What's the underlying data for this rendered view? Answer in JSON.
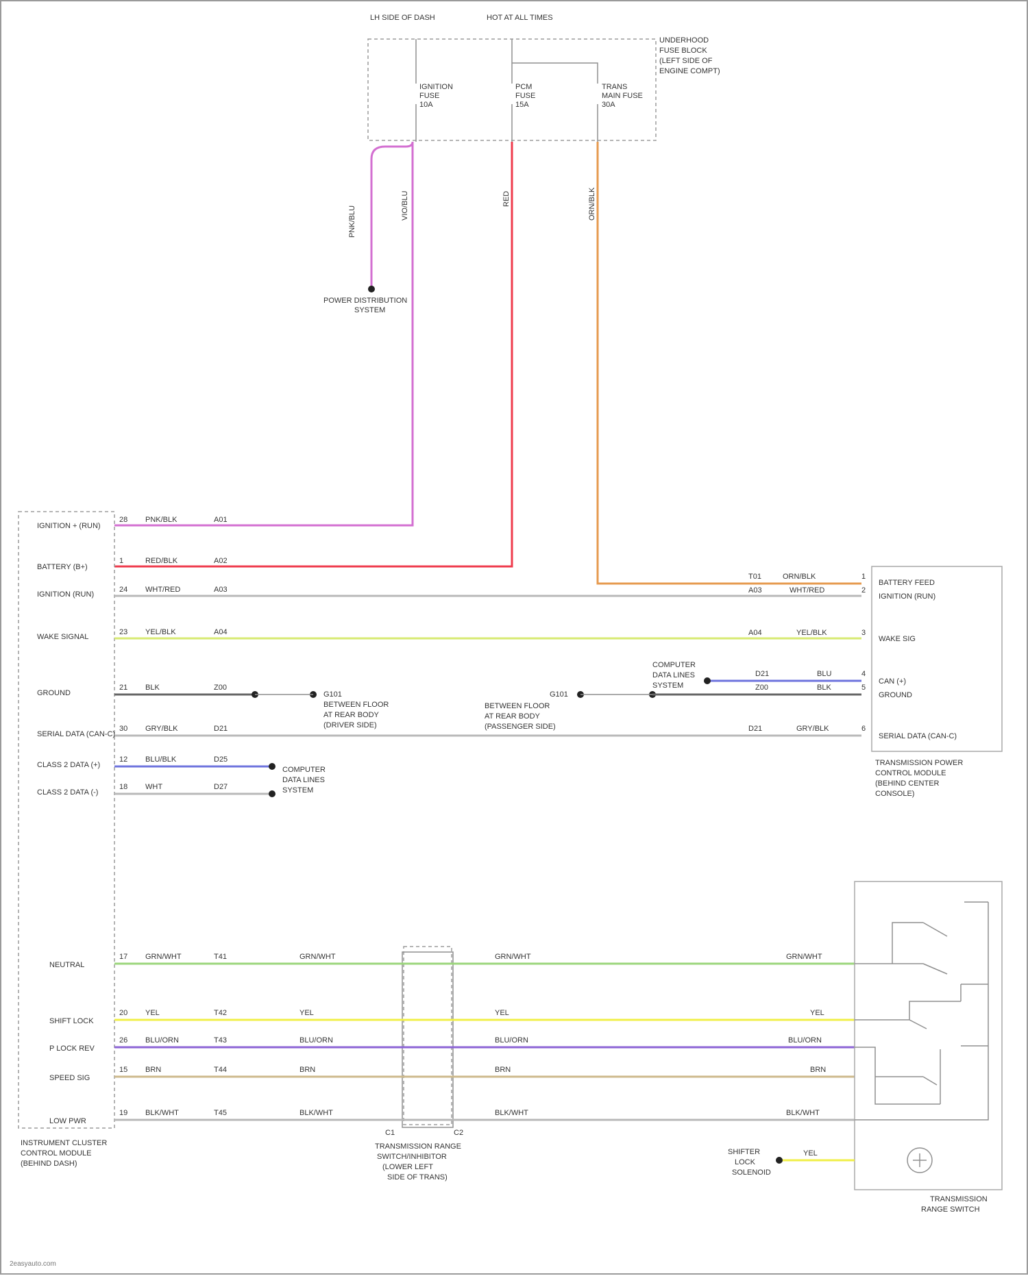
{
  "diagram": {
    "fuse_box": {
      "label": "LH SIDE OF DASH",
      "sub_label": "HOT AT ALL TIMES",
      "side_note": [
        "UNDERHOOD",
        "FUSE BLOCK",
        "(LEFT SIDE OF",
        "ENGINE COMPT)"
      ],
      "fuses": [
        {
          "name": "IGNITION",
          "id": "FUSE",
          "amps": "10A"
        },
        {
          "name": "PCM",
          "id": "FUSE",
          "amps": "15A"
        },
        {
          "name": "TRANS",
          "id": "MAIN FUSE",
          "amps": "30A"
        }
      ]
    },
    "ground_note": [
      "POWER DISTRIBUTION",
      "SYSTEM"
    ],
    "vertical_wire_labels": [
      "PNK/BLU",
      "VIO/BLU",
      "RED",
      "ORN/BLK"
    ],
    "left_module": {
      "title": [
        "INSTRUMENT CLUSTER",
        "CONTROL MODULE",
        "(BEHIND DASH)"
      ],
      "pins": [
        {
          "label": "IGNITION + (RUN)",
          "pin": "28",
          "wire": "PNK/BLK",
          "circuit": "A01"
        },
        {
          "label": "BATTERY (B+)",
          "pin": "1",
          "wire": "RED/BLK",
          "circuit": "A02"
        },
        {
          "label": "IGNITION (RUN)",
          "pin": "24",
          "wire": "WHT/RED",
          "circuit": "A03"
        },
        {
          "label": "WAKE SIGNAL",
          "pin": "23",
          "wire": "YEL/BLK",
          "circuit": "A04"
        },
        {
          "label": "GROUND",
          "pin": "21",
          "wire": "BLK",
          "circuit": "Z00"
        },
        {
          "label": "SERIAL DATA (CAN-C)",
          "pin": "30",
          "wire": "GRY/BLK",
          "circuit": "D21"
        },
        {
          "label": "CLASS 2 DATA (+)",
          "pin": "12",
          "wire": "BLU/BLK",
          "circuit": "D25"
        },
        {
          "label": "CLASS 2 DATA (-)",
          "pin": "18",
          "wire": "WHT",
          "circuit": "D27"
        }
      ]
    },
    "splices": [
      {
        "name": "G101",
        "lines": [
          "BETWEEN FLOOR",
          "AT REAR BODY",
          "(DRIVER SIDE)"
        ]
      },
      {
        "name": "G101",
        "lines": [
          "BETWEEN FLOOR",
          "AT REAR BODY",
          "(PASSENGER SIDE)"
        ]
      }
    ],
    "network_label": [
      "COMPUTER",
      "DATA LINES",
      "SYSTEM"
    ],
    "network_label_right": [
      "COMPUTER",
      "DATA LINES",
      "SYSTEM"
    ],
    "right_module": {
      "title": [
        "TRANSMISSION POWER",
        "CONTROL MODULE",
        "(BEHIND CENTER",
        "CONSOLE)"
      ],
      "pins": [
        {
          "label": "BATTERY FEED",
          "pin": "1",
          "wire": "ORN/BLK",
          "circuit": "T01"
        },
        {
          "label": "IGNITION (RUN)",
          "pin": "2",
          "wire": "WHT/RED",
          "circuit": "A03"
        },
        {
          "label": "WAKE SIG",
          "pin": "3",
          "wire": "YEL/BLK",
          "circuit": "A04"
        },
        {
          "label": "CAN (+)",
          "pin": "4",
          "wire": "BLU",
          "circuit": "D21"
        },
        {
          "label": "GROUND",
          "pin": "5",
          "wire": "BLK",
          "circuit": "Z00"
        },
        {
          "label": "SERIAL DATA (CAN-C)",
          "pin": "6",
          "wire": "GRY/BLK",
          "circuit": "D21"
        }
      ]
    },
    "lower_rows": [
      {
        "label": "NEUTRAL",
        "pin": "17",
        "wire": "GRN/WHT",
        "circuit": "T41"
      },
      {
        "label": "SHIFT LOCK",
        "pin": "20",
        "wire": "YEL",
        "circuit": "T42"
      },
      {
        "label": "P LOCK REV",
        "pin": "26",
        "wire": "BLU/ORN",
        "circuit": "T43"
      },
      {
        "label": "SPEED SIG",
        "pin": "15",
        "wire": "BRN",
        "circuit": "T44"
      },
      {
        "label": "LOW PWR",
        "pin": "19",
        "wire": "BLK/WHT",
        "circuit": "T45"
      }
    ],
    "inline_connector": {
      "lines": [
        "TRANSMISSION RANGE",
        "SWITCH/INHIBITOR",
        "(LOWER LEFT",
        "SIDE OF TRANS)"
      ],
      "labels": [
        "C1",
        "C2"
      ]
    },
    "lower_module": {
      "title": [
        "TRANSMISSION",
        "RANGE SWITCH"
      ],
      "note": [
        "SHIFTER",
        "LOCK",
        "SOLENOID"
      ],
      "note_wire": "YEL"
    },
    "footer": "2easyauto.com"
  },
  "colors": {
    "pink": "#d36fd1",
    "red": "#ef3b4c",
    "orange": "#e69a4f",
    "gray": "#b8b8b8",
    "yellow_green": "#d7ea72",
    "black": "#666666",
    "blue": "#6d73dd",
    "green": "#9bd67b",
    "yellow": "#f0ef48",
    "violet": "#8c64d6",
    "tan": "#cdb98c"
  }
}
